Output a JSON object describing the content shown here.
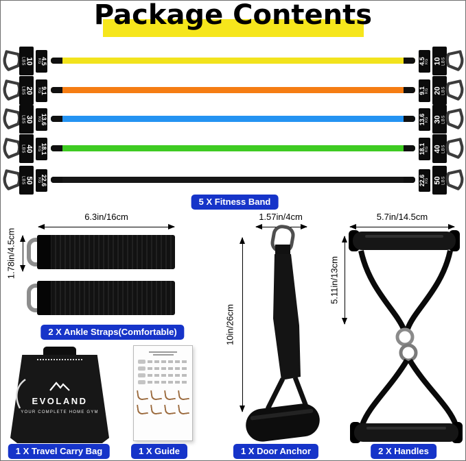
{
  "title": "Package Contents",
  "colors": {
    "label_pill": "#1634c9",
    "title_highlight": "#f6e61c"
  },
  "bands": [
    {
      "lbs": "10",
      "lbs_unit": "LBS",
      "kg": "4.5",
      "kg_unit": "KG",
      "color": "#f2e31d"
    },
    {
      "lbs": "20",
      "lbs_unit": "LBS",
      "kg": "9.1",
      "kg_unit": "KG",
      "color": "#f57d13"
    },
    {
      "lbs": "30",
      "lbs_unit": "LBS",
      "kg": "13.6",
      "kg_unit": "KG",
      "color": "#2493f2"
    },
    {
      "lbs": "40",
      "lbs_unit": "LBS",
      "kg": "18.1",
      "kg_unit": "KG",
      "color": "#3ecb22"
    },
    {
      "lbs": "50",
      "lbs_unit": "LBS",
      "kg": "22.6",
      "kg_unit": "KG",
      "color": "#161616"
    }
  ],
  "section_labels": {
    "fitness_bands": "5 X Fitness Band",
    "ankle_straps": "2 X Ankle Straps(Comfortable)",
    "travel_bag": "1 X Travel Carry Bag",
    "guide": "1 X Guide",
    "door_anchor": "1 X Door Anchor",
    "handles": "2 X Handles"
  },
  "dimensions": {
    "ankle_strap_width": "6.3in/16cm",
    "ankle_strap_height": "1.78in/4.5cm",
    "door_anchor_width": "1.57in/4cm",
    "door_anchor_height": "10in/26cm",
    "handle_width": "5.7in/14.5cm",
    "handle_height": "5.11in/13cm"
  },
  "bag": {
    "brand": "EVOLAND",
    "tagline": "YOUR COMPLETE HOME GYM"
  }
}
